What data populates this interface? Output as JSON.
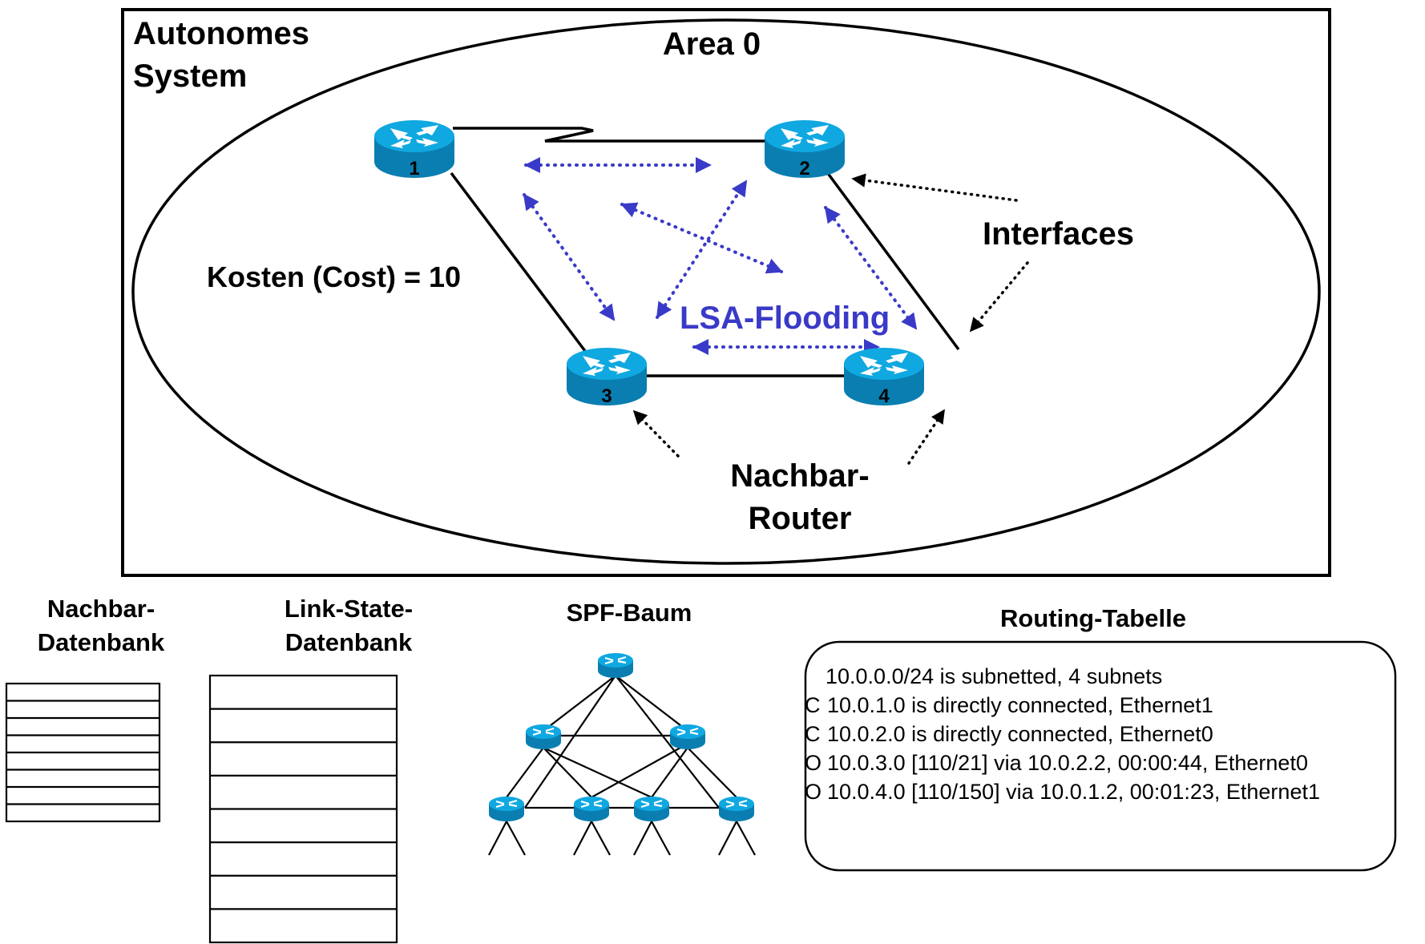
{
  "frame": {
    "title_line1": "Autonomes",
    "title_line2": "System"
  },
  "area": {
    "label": "Area 0"
  },
  "colors": {
    "lsa_blue": "#3a3ac8",
    "router_top": "#10a8e0",
    "router_side": "#0a7eb0",
    "line": "#000000"
  },
  "network": {
    "cost_label": "Kosten (Cost) = 10",
    "lsa_label": "LSA-Flooding",
    "interfaces_label": "Interfaces",
    "neighbor_label_line1": "Nachbar-",
    "neighbor_label_line2": "Router",
    "routers": [
      {
        "id": "1",
        "label": "1"
      },
      {
        "id": "2",
        "label": "2"
      },
      {
        "id": "3",
        "label": "3"
      },
      {
        "id": "4",
        "label": "4"
      }
    ],
    "links": [
      {
        "from": "1",
        "to": "2",
        "type": "serial"
      },
      {
        "from": "1",
        "to": "3",
        "type": "ethernet"
      },
      {
        "from": "2",
        "to": "4",
        "type": "ethernet"
      },
      {
        "from": "3",
        "to": "4",
        "type": "ethernet"
      }
    ]
  },
  "neighbor_db": {
    "title_line1": "Nachbar-",
    "title_line2": "Datenbank",
    "rows": 8
  },
  "linkstate_db": {
    "title_line1": "Link-State-",
    "title_line2": "Datenbank",
    "rows": 8
  },
  "spf_tree": {
    "title": "SPF-Baum",
    "levels": [
      1,
      2,
      4
    ]
  },
  "routing_table": {
    "title": "Routing-Tabelle",
    "header": "10.0.0.0/24 is subnetted, 4 subnets",
    "entries": [
      {
        "code": "C",
        "text": "10.0.1.0 is directly connected, Ethernet1"
      },
      {
        "code": "C",
        "text": "10.0.2.0 is directly connected, Ethernet0"
      },
      {
        "code": "O",
        "text": "10.0.3.0 [110/21] via 10.0.2.2, 00:00:44, Ethernet0"
      },
      {
        "code": "O",
        "text": "10.0.4.0 [110/150] via 10.0.1.2, 00:01:23, Ethernet1"
      }
    ]
  }
}
